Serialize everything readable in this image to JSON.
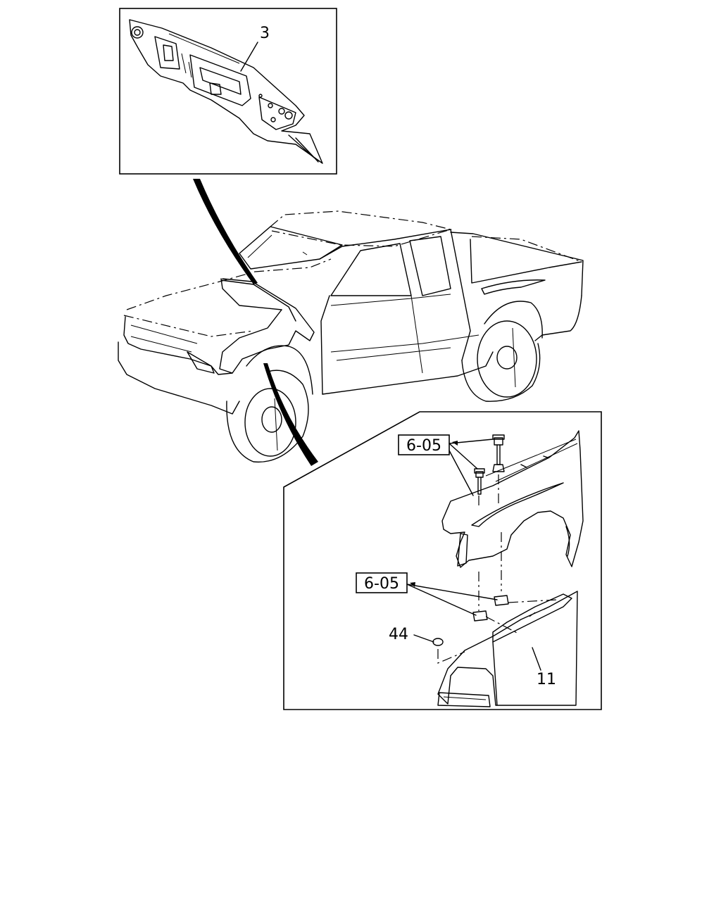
{
  "callouts": {
    "dash_panel": "3",
    "fender_bolts": "6-05",
    "apron_clips": "6-05",
    "plug": "44",
    "fender_apron": "11"
  }
}
